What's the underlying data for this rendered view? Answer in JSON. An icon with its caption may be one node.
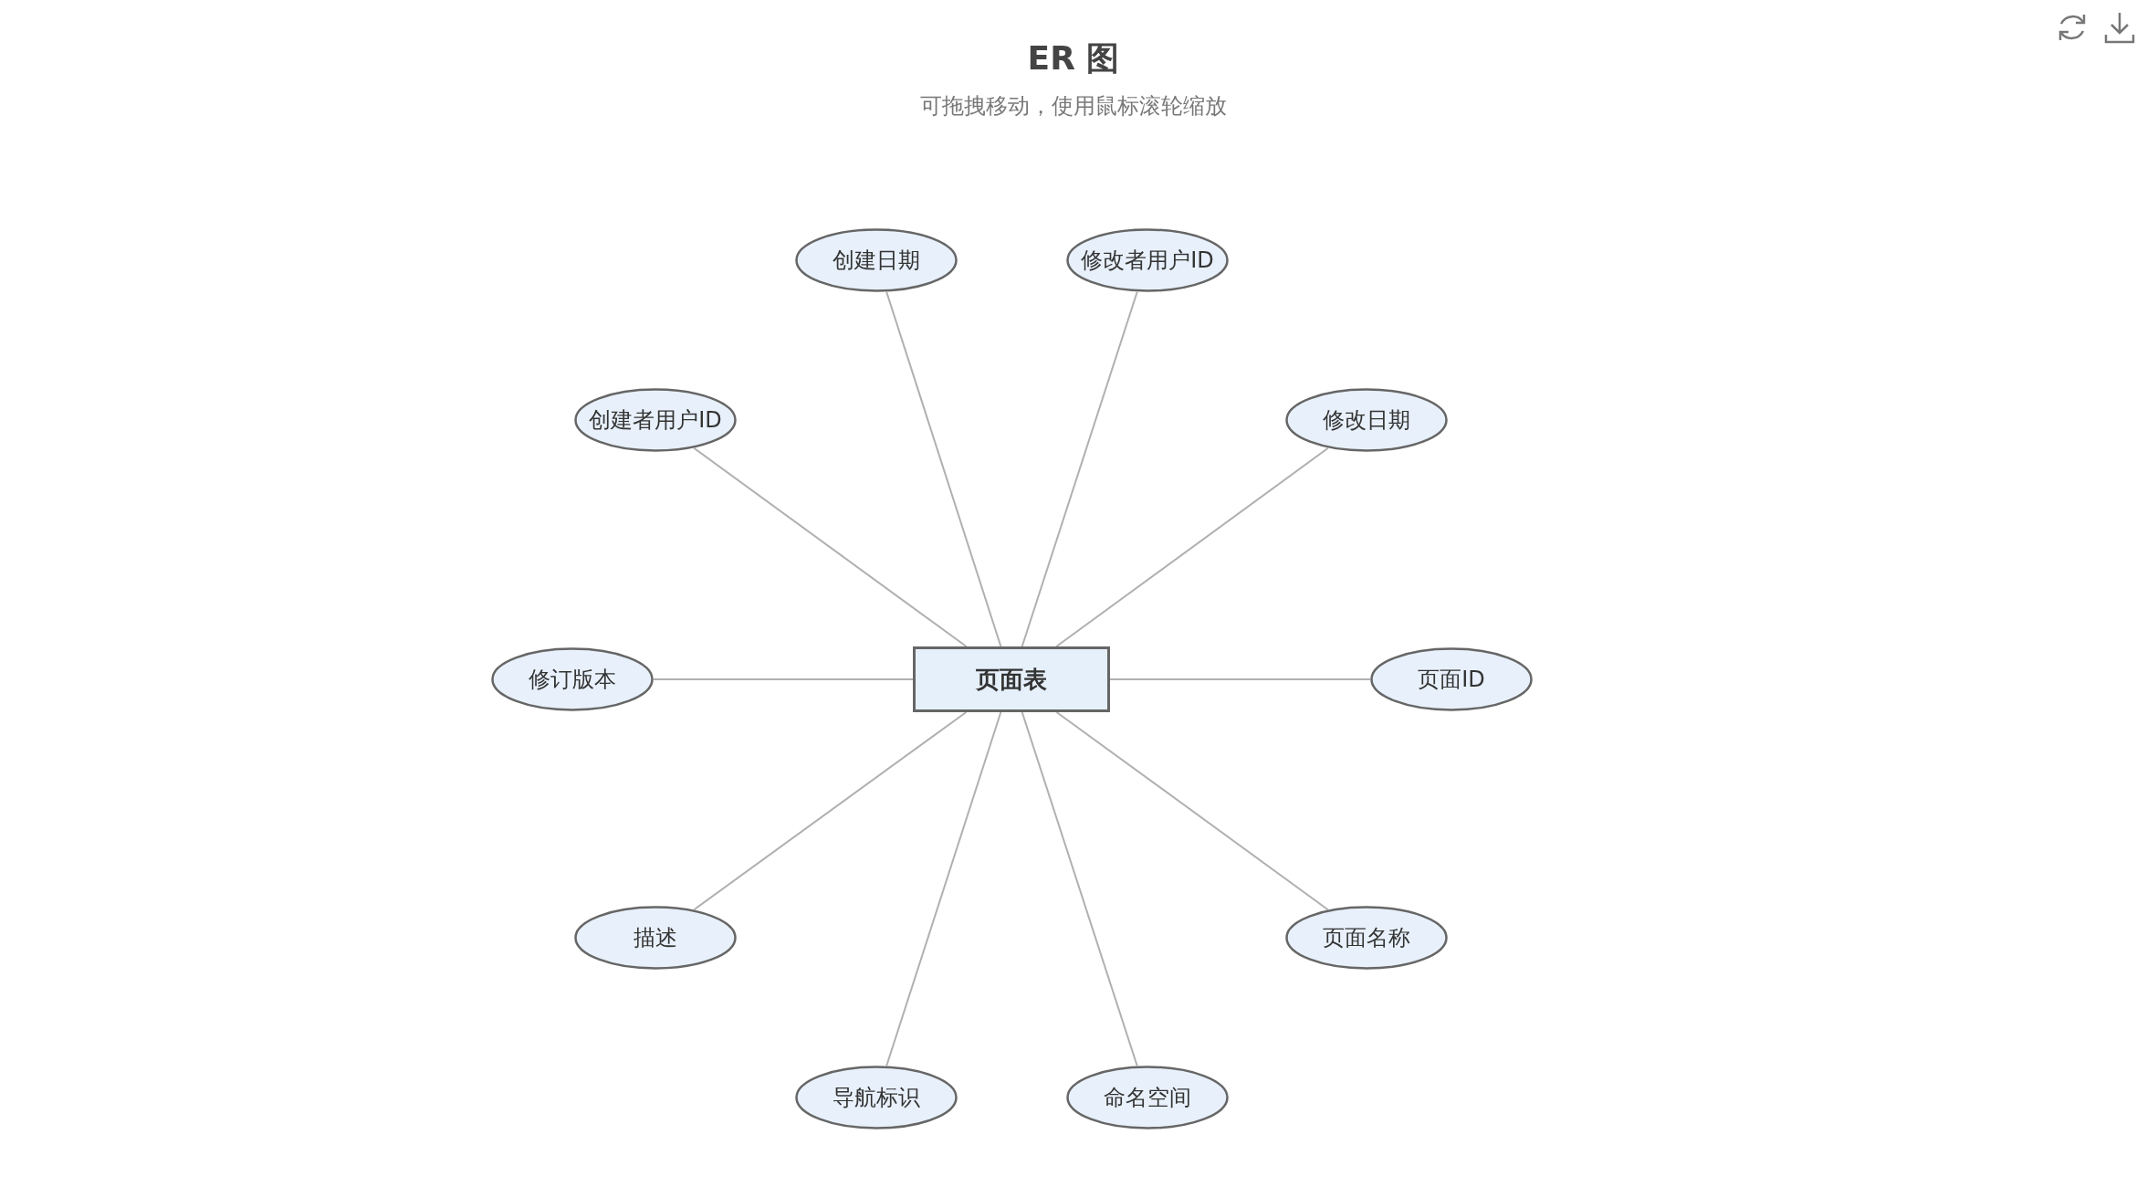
{
  "diagram": {
    "title": "ER 图",
    "nodes": [
      {
        "text": [
          "页面表"
        ]
      },
      {
        "text": [
          "创建日期"
        ]
      },
      {
        "text": [
          "修改者用户ID"
        ]
      },
      {
        "text": [
          "创建者用户ID"
        ]
      },
      {
        "text": [
          "修改日期"
        ]
      },
      {
        "text": [
          "修订版本"
        ]
      },
      {
        "text": [
          "页面ID"
        ]
      },
      {
        "text": [
          "描述"
        ]
      },
      {
        "text": [
          "页面名称"
        ]
      },
      {
        "text": [
          "导航标识"
        ]
      },
      {
        "text": [
          "命名空间"
        ]
      }
    ],
    "edges": [
      {
        "from": 0,
        "to": 1,
        "arrow": "none"
      },
      {
        "from": 0,
        "to": 2,
        "arrow": "none"
      },
      {
        "from": 0,
        "to": 3,
        "arrow": "none"
      },
      {
        "from": 0,
        "to": 4,
        "arrow": "none"
      },
      {
        "from": 0,
        "to": 5,
        "arrow": "none"
      },
      {
        "from": 0,
        "to": 6,
        "arrow": "none"
      },
      {
        "from": 0,
        "to": 7,
        "arrow": "none"
      },
      {
        "from": 0,
        "to": 8,
        "arrow": "none"
      },
      {
        "from": 0,
        "to": 9,
        "arrow": "none"
      },
      {
        "from": 0,
        "to": 10,
        "arrow": "none"
      }
    ],
    "labels": [
      "可拖拽移动，使用鼠标滚轮缩放"
    ]
  }
}
